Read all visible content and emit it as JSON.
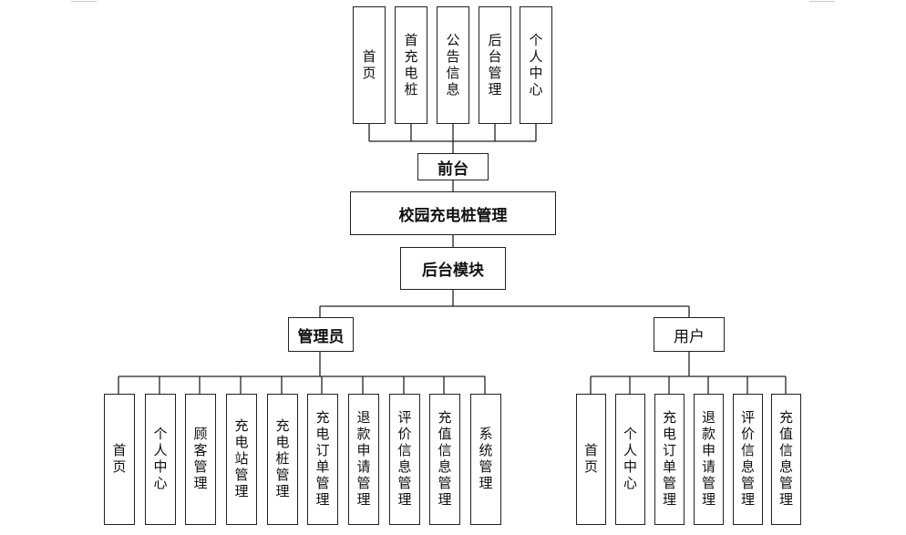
{
  "front": {
    "items": [
      "首页",
      "首充电桩",
      "公告信息",
      "后台管理",
      "个人中心"
    ],
    "label": "前台"
  },
  "system": {
    "title": "校园充电桩管理"
  },
  "backend": {
    "label": "后台模块"
  },
  "admin": {
    "label": "管理员",
    "items": [
      "首页",
      "个人中心",
      "顾客管理",
      "充电站管理",
      "充电桩管理",
      "充电订单管理",
      "退款申请管理",
      "评价信息管理",
      "充值信息管理",
      "系统管理"
    ]
  },
  "user": {
    "label": "用户",
    "items": [
      "首页",
      "个人中心",
      "充电订单管理",
      "退款申请管理",
      "评价信息管理",
      "充值信息管理"
    ]
  }
}
